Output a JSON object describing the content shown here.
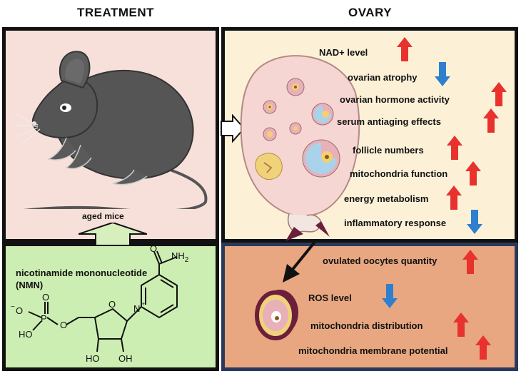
{
  "headers": {
    "treatment": "TREATMENT",
    "ovary": "OVARY"
  },
  "treatment": {
    "subject_label": "aged mice",
    "compound_name": "nicotinamide mononucleotide",
    "compound_abbrev": "(NMN)",
    "chem": {
      "nh2": "NH",
      "nh2_sub": "2",
      "o_top": "O",
      "o_phos": "O",
      "p": "P",
      "o_minus": "O",
      "o_minus_sign": "−",
      "o_bridge": "O",
      "ho": "HO",
      "o_ring": "O",
      "n_plus": "N",
      "n_plus_sign": "+",
      "oh_left": "HO",
      "oh_right": "OH"
    }
  },
  "ovary_effects": [
    {
      "label": "NAD+ level",
      "direction": "up"
    },
    {
      "label": "ovarian atrophy",
      "direction": "down"
    },
    {
      "label": "ovarian hormone activity",
      "direction": "up"
    },
    {
      "label": "serum antiaging effects",
      "direction": "up"
    },
    {
      "label": "follicle numbers",
      "direction": "up"
    },
    {
      "label": "mitochondria function",
      "direction": "up"
    },
    {
      "label": "energy metabolism",
      "direction": "up"
    },
    {
      "label": "inflammatory response",
      "direction": "down"
    }
  ],
  "oocyte_effects": [
    {
      "label": "ovulated oocytes quantity",
      "direction": "up"
    },
    {
      "label": "ROS level",
      "direction": "down"
    },
    {
      "label": "mitochondria distribution",
      "direction": "up"
    },
    {
      "label": "mitochondria membrane potential",
      "direction": "up"
    }
  ],
  "colors": {
    "up_arrow": "#e8322e",
    "down_arrow": "#2f7fcf",
    "mouse_panel": "#f6e0d9",
    "nmn_panel": "#cdeeb2",
    "ovary_panel": "#fcf1d7",
    "oocyte_panel": "#e8a780",
    "mouse_body": "#555555"
  },
  "icons": {
    "mouse": "mouse-illustration",
    "ovary": "ovary-illustration",
    "oocyte": "oocyte-illustration",
    "nmn": "nmn-structure"
  }
}
